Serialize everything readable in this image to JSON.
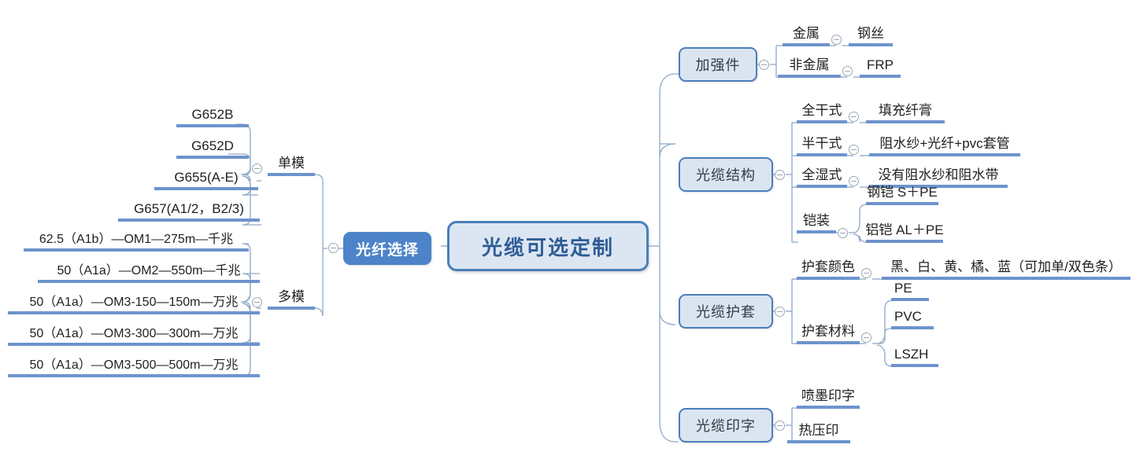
{
  "diagram": {
    "type": "mindmap",
    "root": "光缆可选定制",
    "accent_colors": {
      "root_fill": "#dce6f2",
      "root_border": "#4a7ebb",
      "primary_fill": "#4d83c8",
      "branch_fill": "#dbe5f1",
      "underline": "#6d93cc",
      "text": "#1f1f1f"
    }
  },
  "left": {
    "primary": "光纤选择",
    "groups": [
      {
        "label": "单模",
        "items": [
          "G652B",
          "G652D",
          "G655(A-E)",
          "G657(A1/2，B2/3)"
        ]
      },
      {
        "label": "多模",
        "items": [
          "62.5（A1b）—OM1—275m—千兆",
          "50（A1a）—OM2—550m—千兆",
          "50（A1a）—OM3-150—150m—万兆",
          "50（A1a）—OM3-300—300m—万兆",
          "50（A1a）—OM3-500—500m—万兆"
        ]
      }
    ]
  },
  "right": {
    "branches": [
      {
        "label": "加强件",
        "children": [
          {
            "label": "金属",
            "leaves": [
              "钢丝"
            ]
          },
          {
            "label": "非金属",
            "leaves": [
              "FRP"
            ]
          }
        ]
      },
      {
        "label": "光缆结构",
        "children": [
          {
            "label": "全干式",
            "leaves": [
              "填充纤膏"
            ]
          },
          {
            "label": "半干式",
            "leaves": [
              "阻水纱+光纤+pvc套管"
            ]
          },
          {
            "label": "全湿式",
            "leaves": [
              "没有阻水纱和阻水带"
            ]
          },
          {
            "label": "铠装",
            "leaves": [
              "钢铠 S＋PE",
              "铝铠 AL＋PE"
            ]
          }
        ]
      },
      {
        "label": "光缆护套",
        "children": [
          {
            "label": "护套颜色",
            "leaves": [
              "黑、白、黄、橘、蓝（可加单/双色条）"
            ]
          },
          {
            "label": "护套材料",
            "leaves": [
              "PE",
              "PVC",
              "LSZH"
            ]
          }
        ]
      },
      {
        "label": "光缆印字",
        "children": [],
        "leaves": [
          "喷墨印字",
          "热压印"
        ]
      }
    ]
  },
  "icons": {
    "collapse": "collapse-toggle-icon"
  }
}
